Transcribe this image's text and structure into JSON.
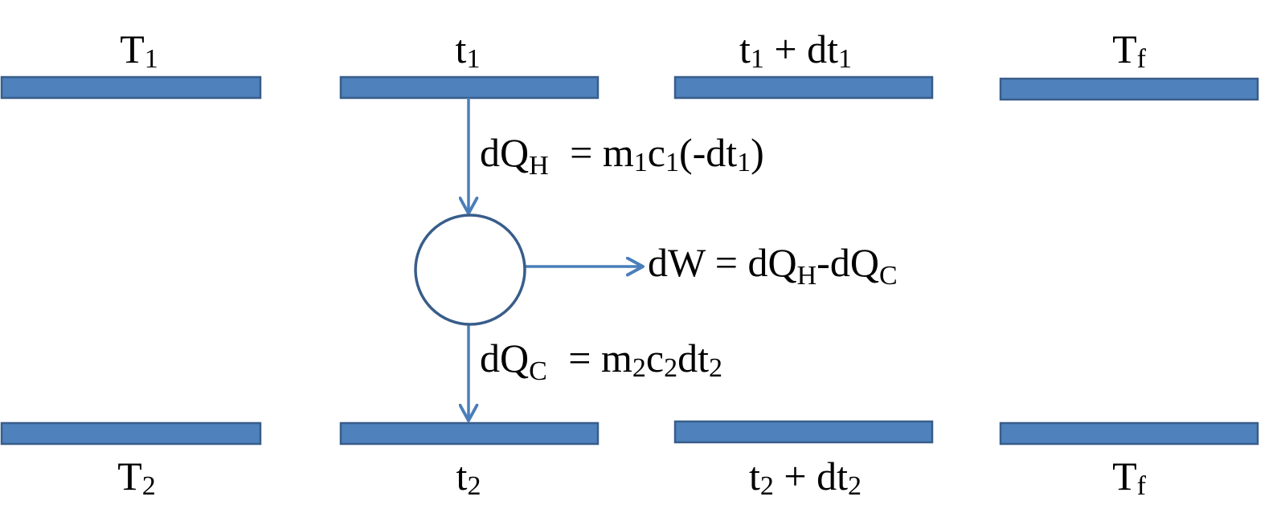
{
  "colors": {
    "reservoir_fill": "#4f81bd",
    "reservoir_stroke": "#385d8a",
    "arrow": "#4a7ebb",
    "text": "#000000",
    "background": "#ffffff"
  },
  "top_labels": [
    {
      "base": "T",
      "sub": "1",
      "suffix_base": "",
      "suffix_sub": ""
    },
    {
      "base": "t",
      "sub": "1",
      "suffix_base": "",
      "suffix_sub": ""
    },
    {
      "base": "t",
      "sub": "1",
      "suffix_base": " + dt",
      "suffix_sub": "1"
    },
    {
      "base": "T",
      "sub": "f",
      "suffix_base": "",
      "suffix_sub": ""
    }
  ],
  "bottom_labels": [
    {
      "base": "T",
      "sub": "2",
      "suffix_base": "",
      "suffix_sub": ""
    },
    {
      "base": "t",
      "sub": "2",
      "suffix_base": "",
      "suffix_sub": ""
    },
    {
      "base": "t",
      "sub": "2",
      "suffix_base": " + dt",
      "suffix_sub": "2"
    },
    {
      "base": "T",
      "sub": "f",
      "suffix_base": "",
      "suffix_sub": ""
    }
  ],
  "equations": {
    "heat_in": {
      "lhs_base": "dQ",
      "lhs_sub": "H",
      "rhs": [
        {
          "t": " = m"
        },
        {
          "t": "1",
          "sub": true
        },
        {
          "t": "c"
        },
        {
          "t": "1",
          "sub": true
        },
        {
          "t": "(-dt"
        },
        {
          "t": "1",
          "sub": true
        },
        {
          "t": ")"
        }
      ]
    },
    "work": {
      "parts": [
        {
          "t": "dW = dQ"
        },
        {
          "t": "H",
          "sub": true
        },
        {
          "t": "-dQ"
        },
        {
          "t": "C",
          "sub": true
        }
      ]
    },
    "heat_out": {
      "lhs_base": "dQ",
      "lhs_sub": "C",
      "rhs": [
        {
          "t": " = m"
        },
        {
          "t": "2",
          "sub": true
        },
        {
          "t": "c"
        },
        {
          "t": "2",
          "sub": true
        },
        {
          "t": "dt"
        },
        {
          "t": "2",
          "sub": true
        }
      ]
    }
  }
}
